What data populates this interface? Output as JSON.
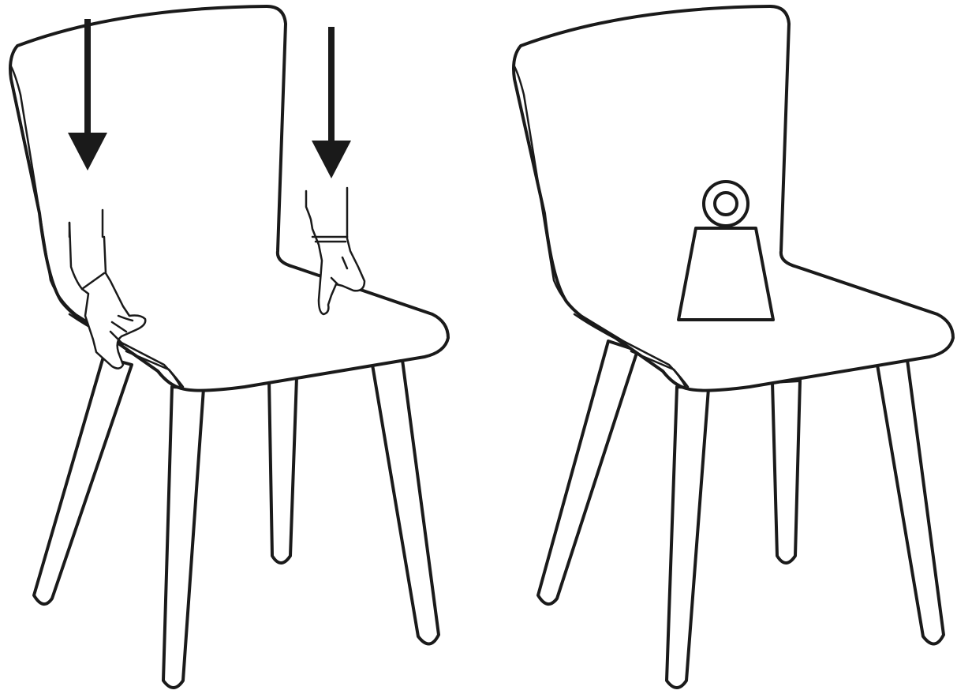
{
  "figure": {
    "panels": [
      {
        "name": "press-test",
        "elements": [
          "chair",
          "left-hand",
          "right-hand",
          "left-down-arrow",
          "right-down-arrow"
        ]
      },
      {
        "name": "weight-test",
        "elements": [
          "chair",
          "weight-icon"
        ]
      }
    ]
  },
  "colors": {
    "line": "#1a1a1a",
    "background": "#ffffff"
  },
  "icons": [
    "down-arrow-icon",
    "hand-icon",
    "weight-icon"
  ]
}
